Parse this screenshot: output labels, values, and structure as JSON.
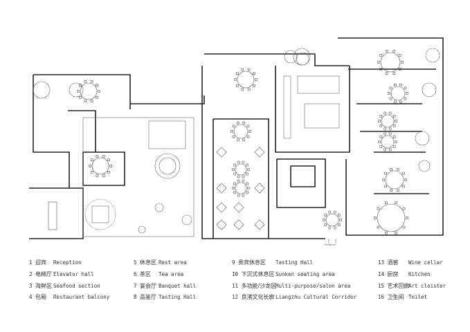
{
  "plan": {
    "entrance_label": "Entrance",
    "colors": {
      "wall": "#222222",
      "line": "#555555",
      "fill_grey": "#f2f2f2"
    }
  },
  "legend": [
    {
      "num": "1",
      "zh": "迎宾",
      "en": "Reception"
    },
    {
      "num": "2",
      "zh": "电梯厅",
      "en": "Elevator hall"
    },
    {
      "num": "3",
      "zh": "海鲜区",
      "en": "Seafood section"
    },
    {
      "num": "4",
      "zh": "包厢",
      "en": "Restaurant balcony"
    },
    {
      "num": "5",
      "zh": "休息区",
      "en": "Rest area"
    },
    {
      "num": "6",
      "zh": "茶区",
      "en": "Tea area"
    },
    {
      "num": "7",
      "zh": "宴会厅",
      "en": "Banquet hall"
    },
    {
      "num": "8",
      "zh": "品鉴厅",
      "en": "Tasting Hall"
    },
    {
      "num": "9",
      "zh": "贵宾休息区",
      "en": "Tasting Hall"
    },
    {
      "num": "10",
      "zh": "下沉式休息区",
      "en": "Sunken seating area"
    },
    {
      "num": "11",
      "zh": "多功能/沙龙区",
      "en": "Multi-purpose/salon area"
    },
    {
      "num": "12",
      "zh": "良渚文化长廊",
      "en": "Liangzhu Cultural Corridor"
    },
    {
      "num": "13",
      "zh": "酒窖",
      "en": "Wine cellar"
    },
    {
      "num": "14",
      "zh": "厨房",
      "en": "Kitchen"
    },
    {
      "num": "15",
      "zh": "艺术回廊",
      "en": "Art cloister"
    },
    {
      "num": "16",
      "zh": "卫生间",
      "en": "Toilet"
    }
  ]
}
